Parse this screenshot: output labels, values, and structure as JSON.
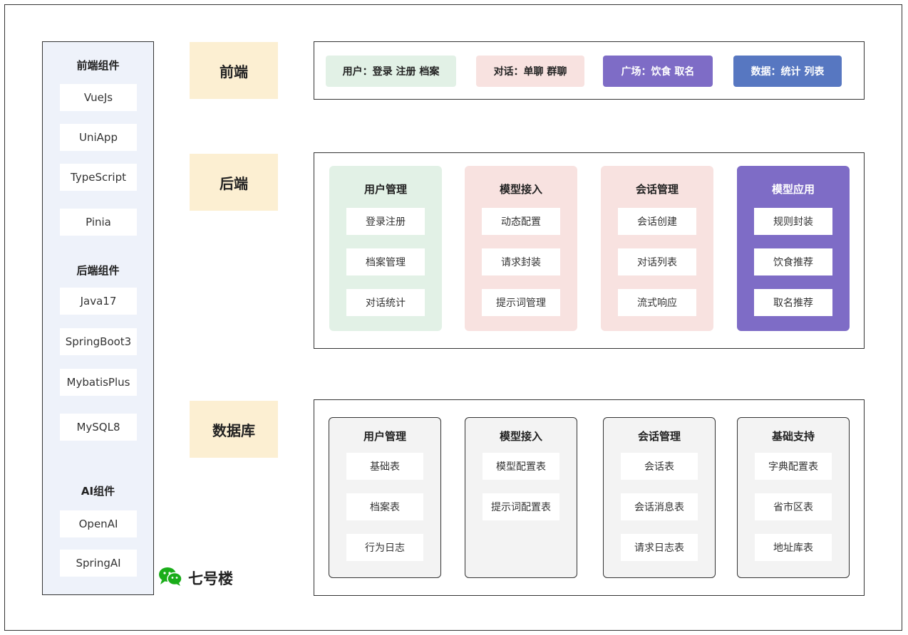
{
  "stack": {
    "frontend_title": "前端组件",
    "frontend_items": [
      "VueJs",
      "UniApp",
      "TypeScript",
      "Pinia"
    ],
    "backend_title": "后端组件",
    "backend_items": [
      "Java17",
      "SpringBoot3",
      "MybatisPlus",
      "MySQL8"
    ],
    "ai_title": "AI组件",
    "ai_items": [
      "OpenAI",
      "SpringAI"
    ]
  },
  "layers": {
    "frontend": "前端",
    "backend": "后端",
    "database": "数据库"
  },
  "frontend_pills": [
    {
      "label": "用户：登录 注册 档案",
      "bg": "#e2f1e6",
      "fg": "#222222"
    },
    {
      "label": "对话：单聊 群聊",
      "bg": "#f8e2e0",
      "fg": "#222222"
    },
    {
      "label": "广场：饮食 取名",
      "bg": "#7e6cc6",
      "fg": "#ffffff"
    },
    {
      "label": "数据：统计 列表",
      "bg": "#5777c1",
      "fg": "#ffffff"
    }
  ],
  "backend_modules": [
    {
      "title": "用户管理",
      "items": [
        "登录注册",
        "档案管理",
        "对话统计"
      ],
      "bg": "#e2f1e6"
    },
    {
      "title": "模型接入",
      "items": [
        "动态配置",
        "请求封装",
        "提示词管理"
      ],
      "bg": "#f8e2e0"
    },
    {
      "title": "会话管理",
      "items": [
        "会话创建",
        "对话列表",
        "流式响应"
      ],
      "bg": "#f8e2e0"
    },
    {
      "title": "模型应用",
      "items": [
        "规则封装",
        "饮食推荐",
        "取名推荐"
      ],
      "bg": "#7e6cc6"
    }
  ],
  "db_modules": [
    {
      "title": "用户管理",
      "items": [
        "基础表",
        "档案表",
        "行为日志"
      ]
    },
    {
      "title": "模型接入",
      "items": [
        "模型配置表",
        "提示词配置表"
      ]
    },
    {
      "title": "会话管理",
      "items": [
        "会话表",
        "会话消息表",
        "请求日志表"
      ]
    },
    {
      "title": "基础支持",
      "items": [
        "字典配置表",
        "省市区表",
        "地址库表"
      ]
    }
  ],
  "watermark": {
    "text": "七号楼",
    "icon": "wechat-icon"
  }
}
